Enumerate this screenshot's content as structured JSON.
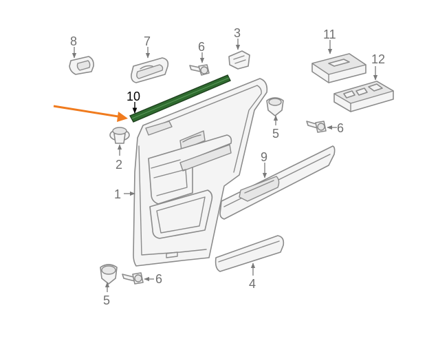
{
  "labels": {
    "p1": "1",
    "p2": "2",
    "p3": "3",
    "p4": "4",
    "p5a": "5",
    "p5b": "5",
    "p6a": "6",
    "p6b": "6",
    "p6c": "6",
    "p7": "7",
    "p8": "8",
    "p9": "9",
    "p10": "10",
    "p11": "11",
    "p12": "12"
  },
  "colors": {
    "highlight_part": "#2f6b2f",
    "highlight_arrow": "#f07b1e",
    "line": "#8a8a8a",
    "label": "#707070"
  }
}
